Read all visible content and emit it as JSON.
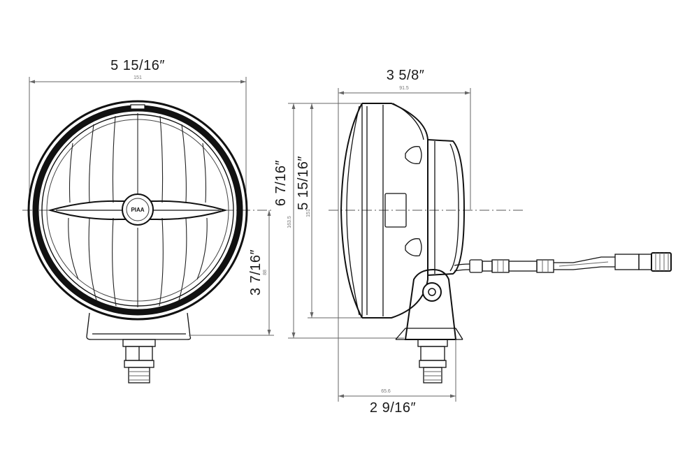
{
  "dimensions": {
    "front_width_in": "5 15/16″",
    "front_width_mm": "151",
    "front_lower_height_in": "3 7/16″",
    "front_lower_height_mm": "88",
    "side_depth_in": "3 5/8″",
    "side_depth_mm": "91.5",
    "side_total_height_in": "6 7/16″",
    "side_total_height_mm": "163.5",
    "side_lens_height_in": "5 15/16″",
    "side_lens_height_mm": "151",
    "side_bracket_depth_in": "2 9/16″",
    "side_bracket_depth_mm": "65.6"
  },
  "logo_text": "PIAA",
  "colors": {
    "ink": "#111111",
    "dim_small": "#777777"
  }
}
